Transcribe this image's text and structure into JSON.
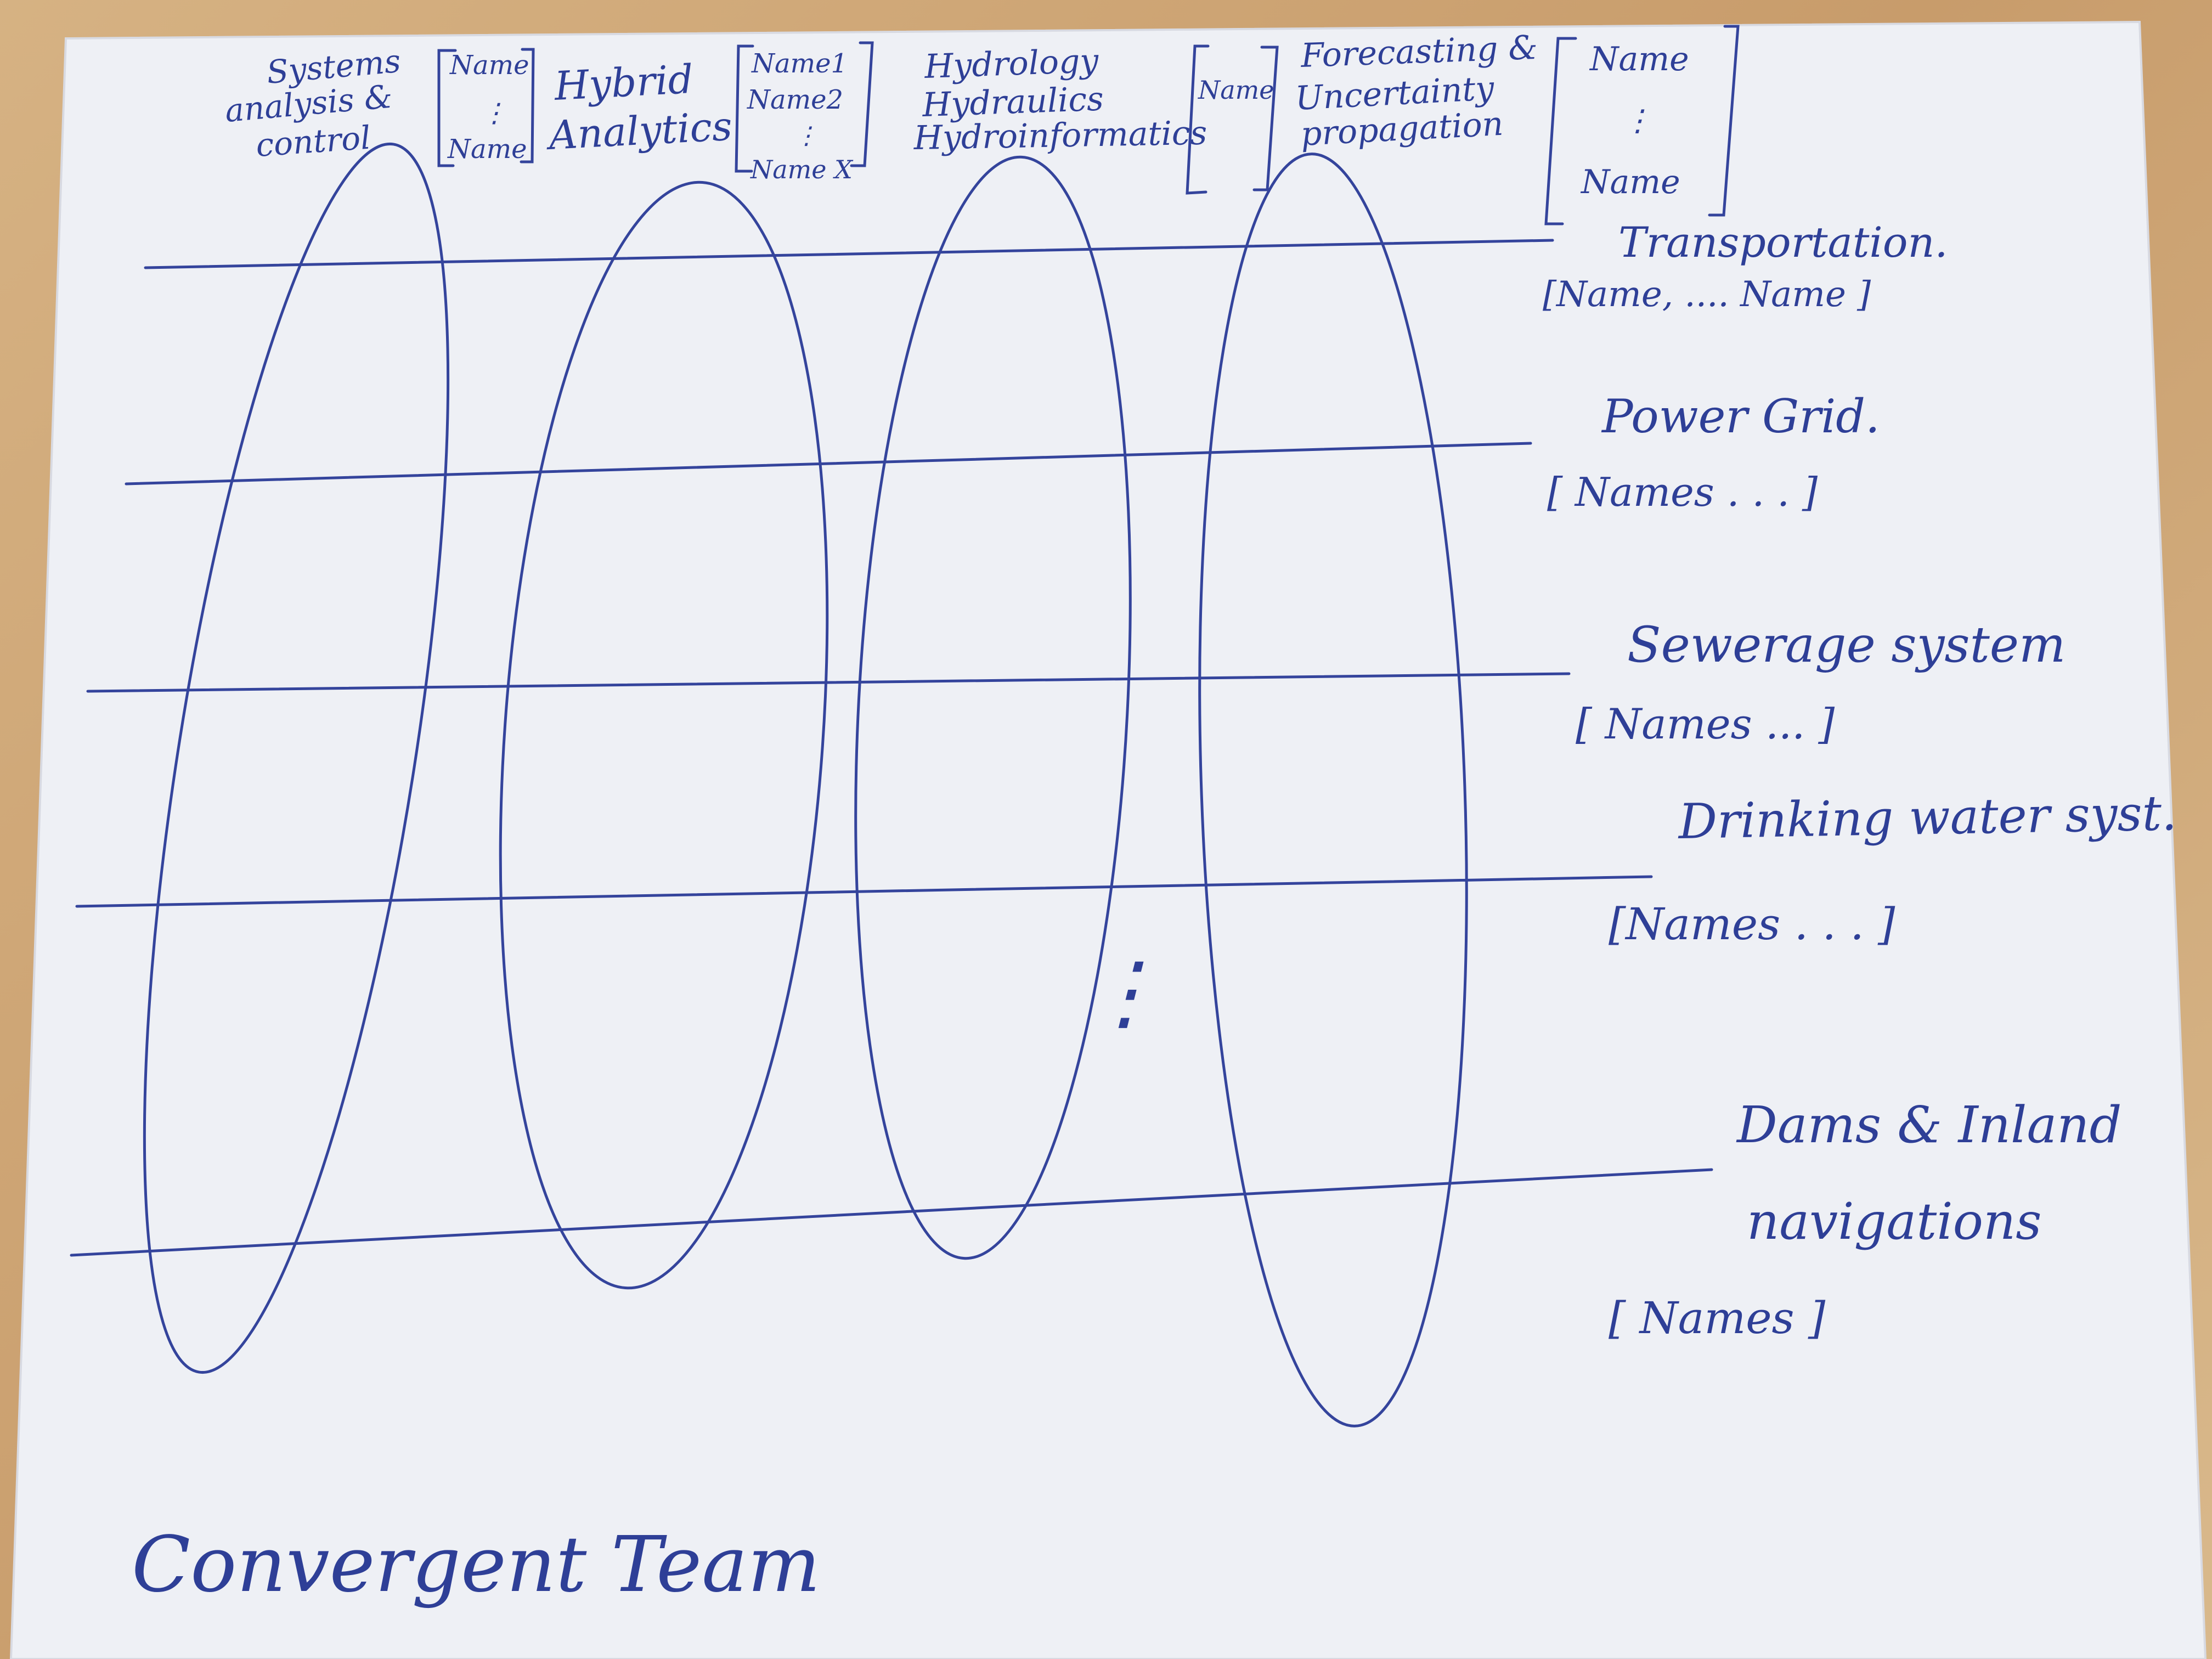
{
  "title": "Convergent Team",
  "columns": [
    {
      "heading_lines": [
        "Systems",
        "analysis &",
        "control"
      ],
      "names_lines": [
        "Name",
        "⋮",
        "Name"
      ]
    },
    {
      "heading_lines": [
        "Hybrid",
        "Analytics"
      ],
      "names_lines": [
        "Name1",
        "Name2",
        "⋮",
        "Name X"
      ]
    },
    {
      "heading_lines": [
        "Hydrology",
        "Hydraulics",
        "Hydroinformatics"
      ],
      "names_lines": [
        "Name"
      ]
    },
    {
      "heading_lines": [
        "Forecasting &",
        "Uncertainty",
        "propagation"
      ],
      "names_lines": [
        "Name",
        "⋮",
        "Name"
      ]
    }
  ],
  "rows": [
    {
      "heading": "Transportation.",
      "names": "[Name, .... Name ]"
    },
    {
      "heading": "Power Grid.",
      "names": "[ Names   . . . ]"
    },
    {
      "heading": "Sewerage system",
      "names": "[ Names ...        ]"
    },
    {
      "heading": "Drinking water syst.",
      "names": "[Names  . . .      ]"
    },
    {
      "heading": "Dams & Inland",
      "heading2": "navigations",
      "names": "[   Names            ]"
    }
  ],
  "more_columns_marker": "⋮"
}
